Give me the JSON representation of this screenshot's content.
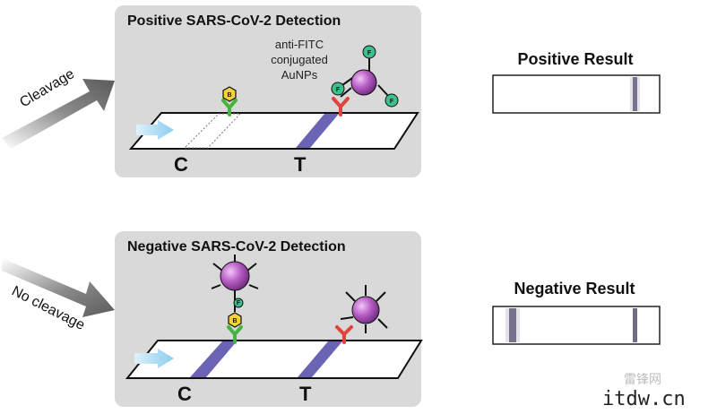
{
  "positive": {
    "title": "Positive SARS-CoV-2 Detection",
    "label_line1": "anti-FITC",
    "label_line2": "conjugated",
    "label_line3": "AuNPs",
    "c_label": "C",
    "t_label": "T",
    "arrow_text": "Cleavage",
    "result_title": "Positive Result"
  },
  "negative": {
    "title": "Negative SARS-CoV-2 Detection",
    "c_label": "C",
    "t_label": "T",
    "arrow_text": "No cleavage",
    "result_title": "Negative Result"
  },
  "icons": {
    "fitc_letter": "F",
    "biotin_letter": "B"
  },
  "watermark": {
    "text": "itdw.cn",
    "logo": "雷锋网"
  },
  "colors": {
    "panel_bg": "#d9d9d9",
    "test_line": "#6b63b4",
    "gold_particle": "#a64fb6",
    "antibody_red": "#e0433b",
    "antibody_green": "#43b53f",
    "fitc_green": "#3fbf8c",
    "flow_arrow": "#9cd3ef"
  }
}
